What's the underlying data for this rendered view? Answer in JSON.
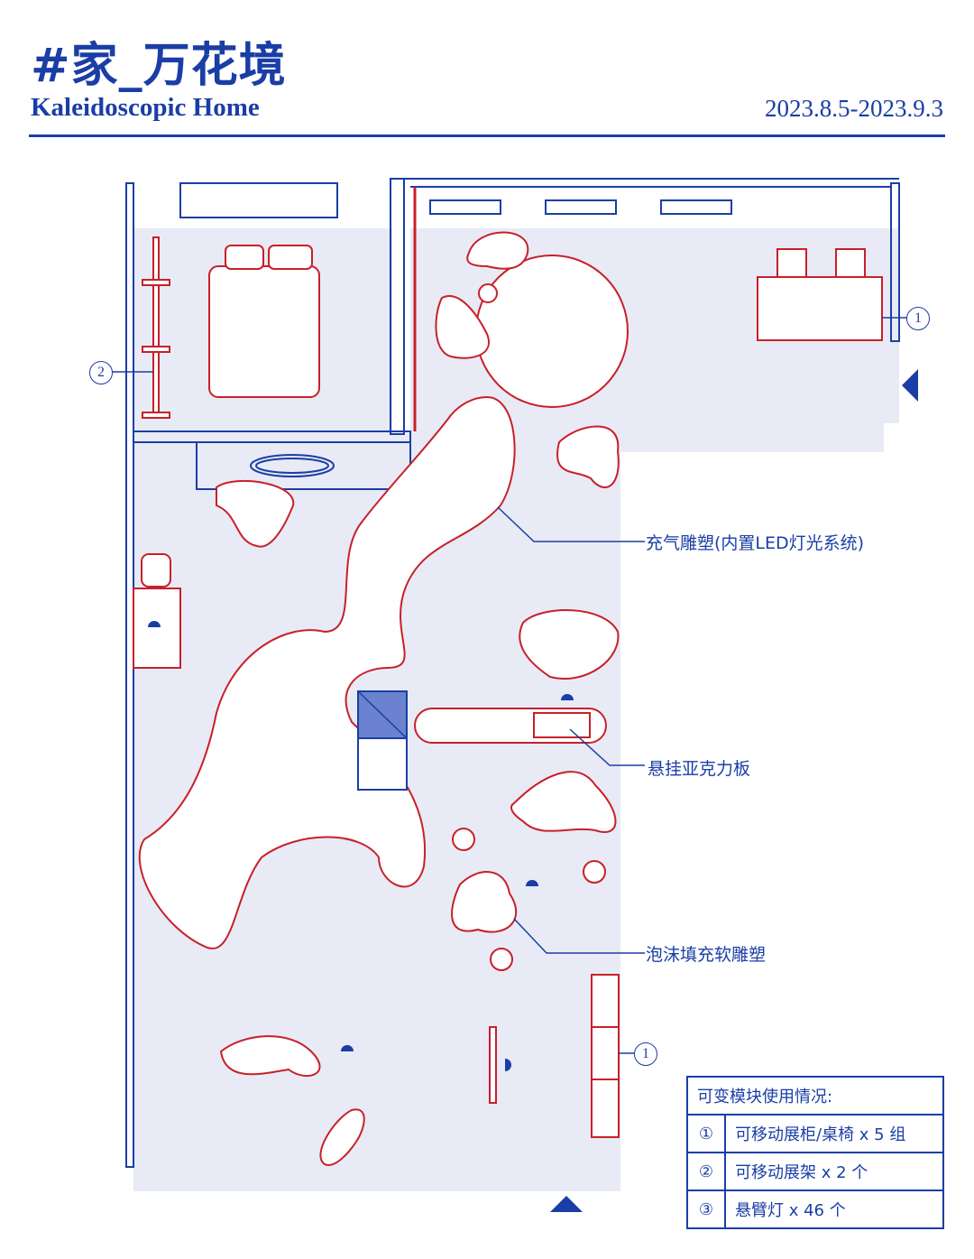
{
  "header": {
    "title": "#家_万花境",
    "subtitle": "Kaleidoscopic Home",
    "date": "2023.8.5-2023.9.3"
  },
  "annotations": {
    "inflatable": "充气雕塑(内置LED灯光系统)",
    "acrylic": "悬挂亚克力板",
    "foam": "泡沫填充软雕塑"
  },
  "markers": {
    "one": "1",
    "two": "2"
  },
  "legend": {
    "title": "可变模块使用情况:",
    "rows": [
      {
        "num": "①",
        "text": "可移动展柜/桌椅 x 5 组"
      },
      {
        "num": "②",
        "text": "可移动展架 x 2 个"
      },
      {
        "num": "③",
        "text": "悬臂灯 x 46 个"
      }
    ]
  },
  "colors": {
    "blue": "#1a3ea6",
    "red": "#c8202a",
    "floor": "#e8ebf5"
  }
}
